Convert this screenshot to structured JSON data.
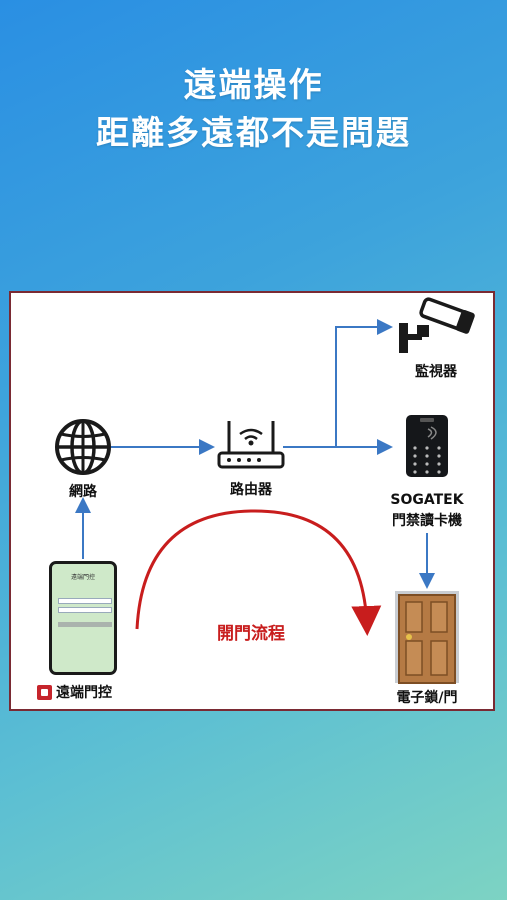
{
  "headline": {
    "line1": "遠端操作",
    "line2": "距離多遠都不是問題"
  },
  "diagram": {
    "nodes": {
      "internet": "網路",
      "router": "路由器",
      "camera": "監視器",
      "reader_brand": "SOGATEK",
      "reader_name": "門禁讀卡機",
      "door": "電子鎖/門",
      "app": "遠端門控"
    },
    "flow_label": "開門流程",
    "phone_screen_title": "遠端門控"
  },
  "colors": {
    "arrow": "#3b78c4",
    "flow": "#c81d1d",
    "panel_border": "#7a2a33",
    "door": "#a0693a"
  }
}
